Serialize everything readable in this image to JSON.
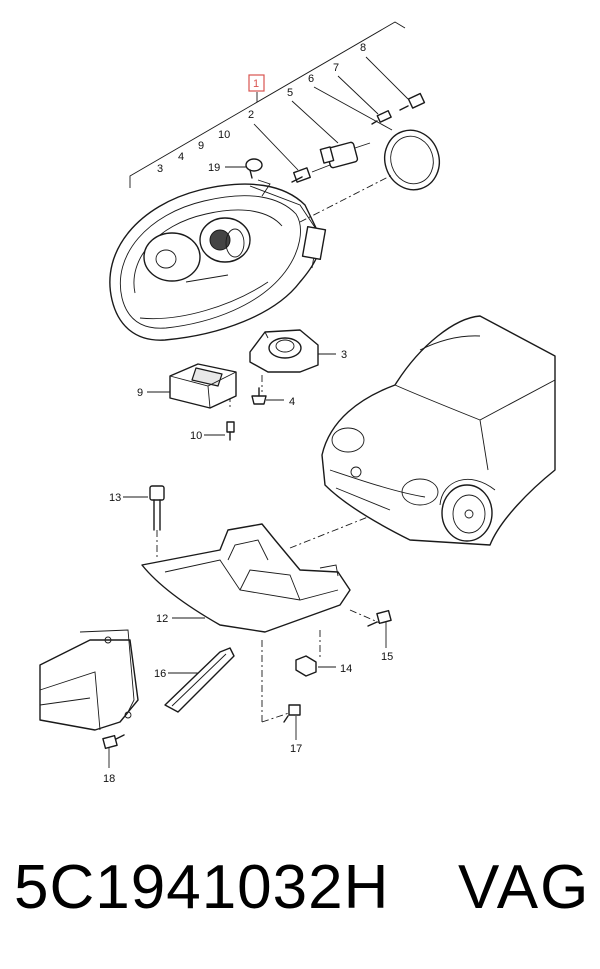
{
  "callouts": {
    "c1": "1",
    "c2": "2",
    "c3a": "3",
    "c3b": "3",
    "c4a": "4",
    "c4b": "4",
    "c5": "5",
    "c6": "6",
    "c7": "7",
    "c8": "8",
    "c9a": "9",
    "c9b": "9",
    "c10a": "10",
    "c10b": "10",
    "c12": "12",
    "c13": "13",
    "c14": "14",
    "c15": "15",
    "c16": "16",
    "c17": "17",
    "c18": "18",
    "c19": "19"
  },
  "footer": {
    "part_number": "5C1941032H",
    "brand": "VAG"
  },
  "colors": {
    "highlight": "#d9534f",
    "line": "#1a1a1a"
  }
}
